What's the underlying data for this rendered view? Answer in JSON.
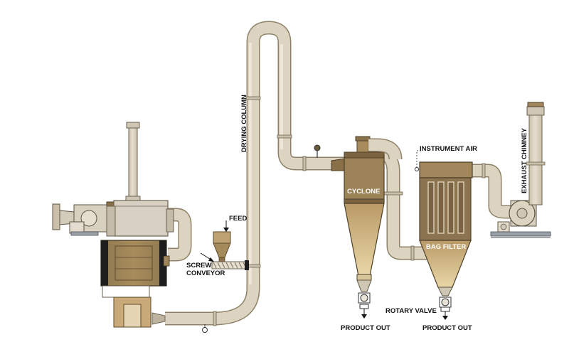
{
  "labels": {
    "drying_column": "DRYING COLUMN",
    "feed": "FEED",
    "screw_line1": "SCREW",
    "screw_line2": "CONVEYOR",
    "cyclone": "CYCLONE",
    "instrument_air": "INSTRUMENT AIR",
    "exhaust_chimney": "EXHAUST CHIMNEY",
    "bag_filter": "BAG FILTER",
    "rotary_valve": "ROTARY VALVE",
    "product_out_1": "PRODUCT OUT",
    "product_out_2": "PRODUCT OUT"
  },
  "colors": {
    "duct": "#dcd3c1",
    "duct_edge": "#8e8368",
    "brown": "#a0865a",
    "brown_dark": "#6e5a36",
    "brown_light": "#c7ad7e",
    "grey": "#d7d0c3",
    "black": "#1e1e1e",
    "slate": "#7e8791"
  }
}
